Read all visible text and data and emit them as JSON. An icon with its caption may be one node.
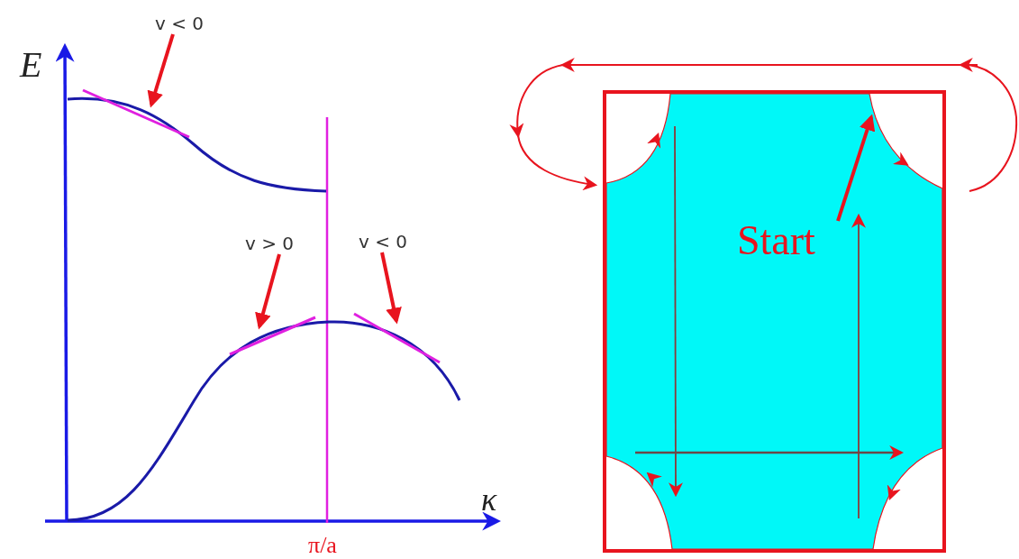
{
  "diagram": {
    "nodes": [
      {
        "text": [
          "v < 0"
        ]
      },
      {
        "text": [],
        "shape": "line"
      },
      {
        "text": [
          "v > 0"
        ]
      },
      {
        "text": [],
        "shape": "line"
      },
      {
        "text": [
          "v < 0"
        ]
      },
      {
        "text": [],
        "shape": "line"
      },
      {
        "text": [
          "Start"
        ]
      }
    ],
    "edges": [
      {
        "from": 0,
        "to": 1,
        "arrow": "to"
      },
      {
        "from": 2,
        "to": 3,
        "arrow": "to"
      },
      {
        "from": 4,
        "to": 5,
        "arrow": "to"
      },
      {
        "from": 6,
        "to": null,
        "arrow": "to"
      }
    ],
    "labels": [
      "E",
      "κ",
      "π/a"
    ]
  }
}
